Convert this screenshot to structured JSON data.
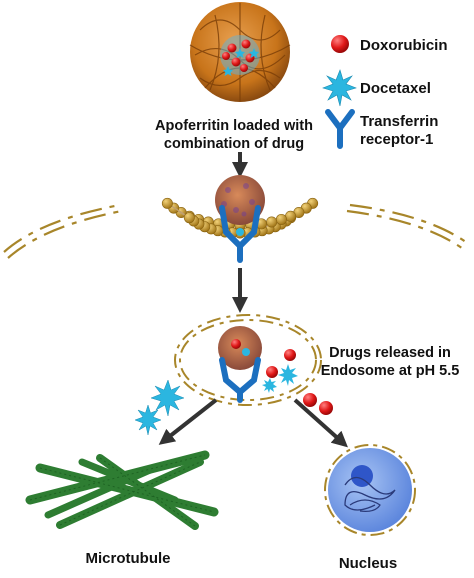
{
  "legend": {
    "doxorubicin": "Doxorubicin",
    "docetaxel": "Docetaxel",
    "receptor_line1": "Transferrin",
    "receptor_line2": "receptor-1"
  },
  "labels": {
    "apoferritin_line1": "Apoferritin loaded with",
    "apoferritin_line2": "combination of drug",
    "release_line1": "Drugs released in",
    "release_line2": "Endosome at pH 5.5",
    "microtubule": "Microtubule",
    "nucleus": "Nucleus"
  },
  "colors": {
    "protein": "#c8741a",
    "doxorubicin": "#e01818",
    "docetaxel": "#2bb6e0",
    "receptor": "#1c6fbf",
    "lipid_head": "#c79a2e",
    "microtubule": "#2e7d32",
    "nucleus": "#4a70d6",
    "arrow": "#333333"
  },
  "icons": [
    "apoferritin-cage-icon",
    "doxorubicin-icon",
    "docetaxel-icon",
    "transferrin-receptor-icon",
    "lipid-bilayer-icon",
    "endosome-icon",
    "microtubule-icon",
    "nucleus-icon"
  ]
}
